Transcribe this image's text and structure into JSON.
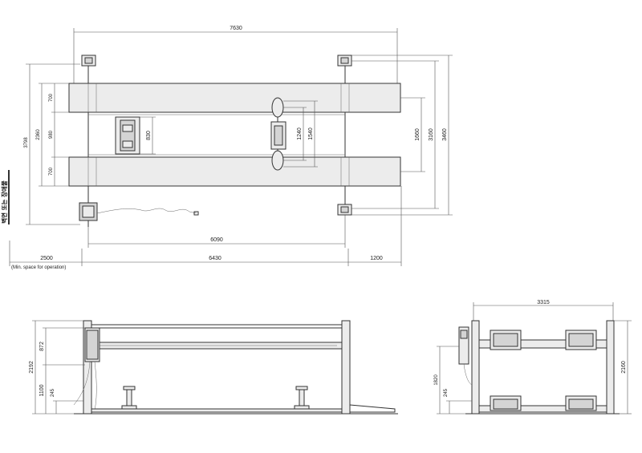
{
  "top_view": {
    "dims": {
      "overall_length": "7630",
      "overall_width_outer": "3460",
      "width_3160": "3160",
      "width_1660": "1660",
      "width_3798": "3798",
      "width_2360": "2360",
      "width_980": "980",
      "runway_700_top": "700",
      "runway_700_bottom": "700",
      "width_830": "830",
      "width_1240": "1240",
      "width_1540": "1540",
      "length_6090": "6090",
      "length_6430": "6430",
      "space_2500": "2500",
      "space_1200": "1200"
    },
    "min_space_note": "(Min. space for operation)",
    "wall_note": "벽면 또는 장애물"
  },
  "side_view": {
    "dims": {
      "height_2192": "2192",
      "height_872": "872",
      "height_1100": "1100",
      "height_245": "245"
    }
  },
  "end_view": {
    "dims": {
      "width_3315": "3315",
      "height_2160": "2160",
      "height_1820": "1820",
      "height_245": "245"
    }
  }
}
